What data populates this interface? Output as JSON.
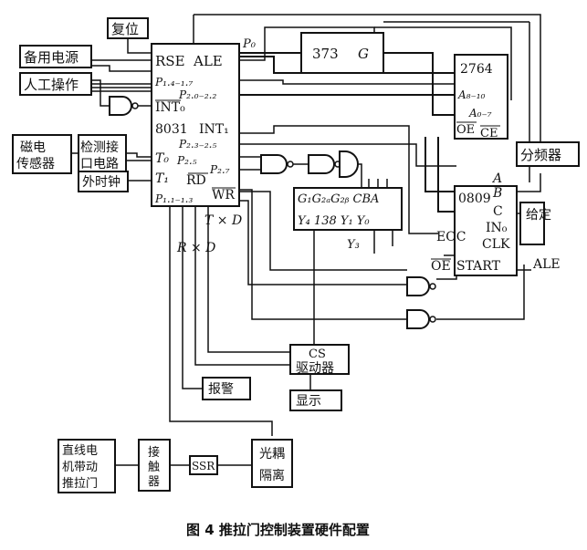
{
  "blocks": {
    "reset": "复位",
    "backup_power": "备用电源",
    "manual": "人工操作",
    "sensor_l1": "磁电",
    "sensor_l2": "传感器",
    "detect_l1": "检测接",
    "detect_l2": "口电路",
    "ext_clock": "外时钟",
    "latch_373": "373",
    "latch_g": "G",
    "eprom_2764": "2764",
    "eprom_a": "A₈₋₁₀",
    "eprom_a2": "A₀₋₇",
    "eprom_oe": "OE",
    "eprom_ce": "CE",
    "divider": "分频器",
    "adc": "0809",
    "adc_a": "A",
    "adc_b": "B",
    "adc_c": "C",
    "adc_eoc": "EOC",
    "adc_in": "IN₀",
    "adc_clk": "CLK",
    "adc_oe": "OE",
    "adc_start": "START",
    "adc_ale": "ALE",
    "fixed": "给定",
    "dec_138_top": "G₁G₂ₐG₂ᵦ CBA",
    "dec_138_bottom": "Y₄  138  Y₁ Y₀",
    "dec_y3": "Y₃",
    "driver_cs": "CS",
    "driver": "驱动器",
    "alarm": "报警",
    "display": "显示",
    "opto_l1": "光耦",
    "opto_l2": "隔离",
    "ssr": "SSR",
    "contactor_l1": "接",
    "contactor_l2": "触",
    "contactor_l3": "器",
    "motor_l1": "直线电",
    "motor_l2": "机带动",
    "motor_l3": "推拉门"
  },
  "cpu": {
    "rse": "RSE",
    "ale": "ALE",
    "p0": "P₀",
    "p14": "P₁.₄₋₁.₇",
    "p20": "P₂.₀₋₂.₂",
    "int0": "INT₀",
    "model": "8031",
    "int1": "INT₁",
    "p23": "P₂.₃₋₂.₅",
    "t0": "T₀",
    "p25": "P₂.₅",
    "p27": "P₂.₇",
    "t1": "T₁",
    "rd": "RD",
    "p11": "P₁.₁₋₁.₃",
    "wr": "WR"
  },
  "bus_labels": {
    "txd": "T × D",
    "rxd": "R × D"
  },
  "caption": "图 4   推拉门控制装置硬件配置"
}
